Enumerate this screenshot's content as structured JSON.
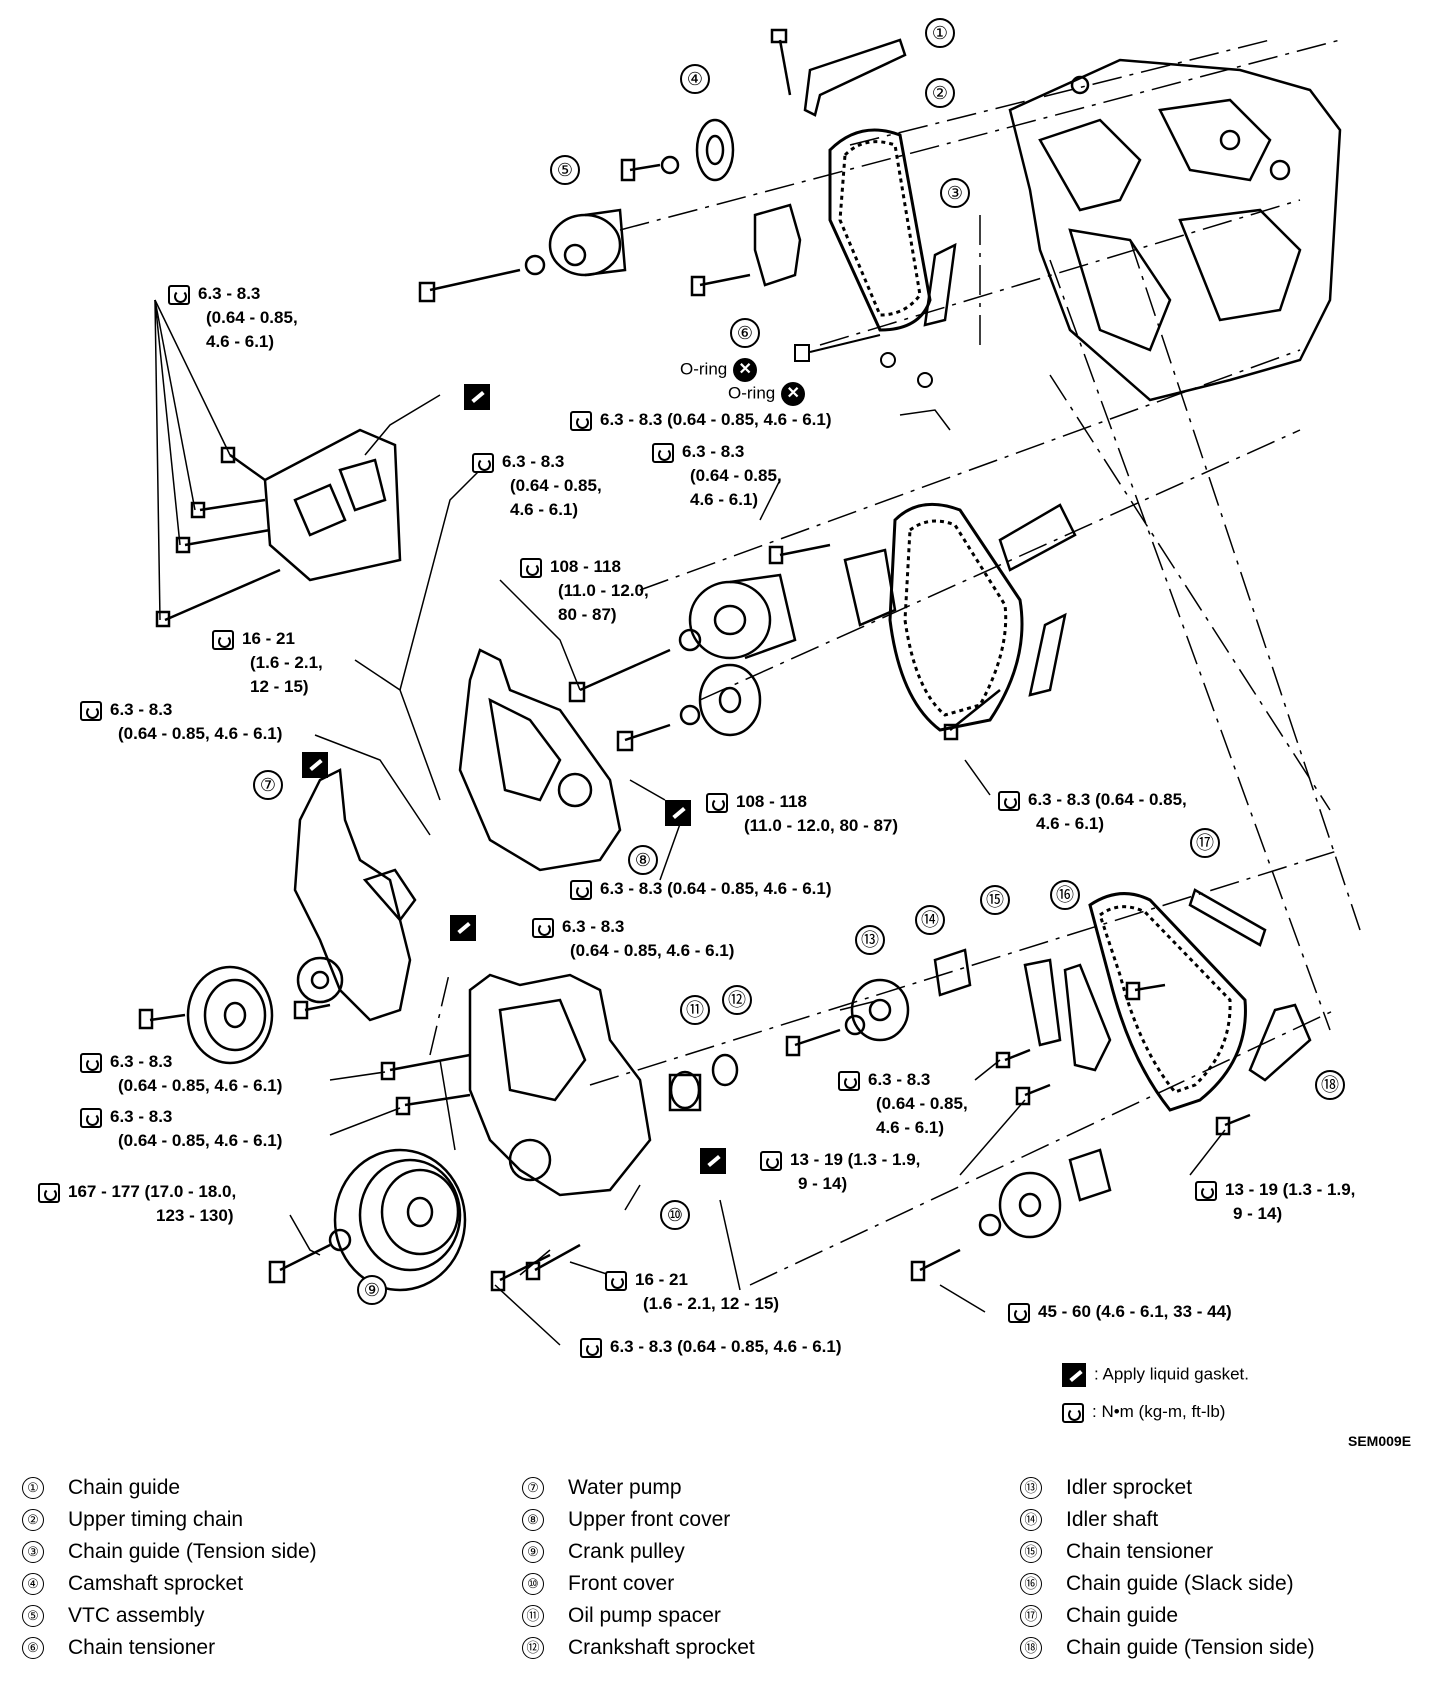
{
  "callouts": {
    "t_a": [
      "6.3 - 8.3",
      "(0.64 - 0.85,",
      "4.6 - 6.1)"
    ],
    "t_b": [
      "6.3 - 8.3 (0.64 - 0.85, 4.6 - 6.1)"
    ],
    "t_c": [
      "6.3 - 8.3",
      "(0.64 - 0.85,",
      "4.6 - 6.1)"
    ],
    "t_d": [
      "6.3 - 8.3",
      "(0.64 - 0.85,",
      "4.6 - 6.1)"
    ],
    "t_e": [
      "108 - 118",
      "(11.0 - 12.0,",
      "80 - 87)"
    ],
    "t_f": [
      "16 - 21",
      "(1.6 - 2.1,",
      "12 - 15)"
    ],
    "t_g": [
      "6.3 - 8.3",
      "(0.64 - 0.85, 4.6 - 6.1)"
    ],
    "t_h": [
      "108 - 118",
      "(11.0 - 12.0, 80 - 87)"
    ],
    "t_i": [
      "6.3 - 8.3 (0.64 - 0.85,",
      "4.6 - 6.1)"
    ],
    "t_j": [
      "6.3 - 8.3 (0.64 - 0.85, 4.6 - 6.1)"
    ],
    "t_k": [
      "6.3 - 8.3",
      "(0.64 - 0.85, 4.6 - 6.1)"
    ],
    "t_l": [
      "6.3 - 8.3",
      "(0.64 - 0.85, 4.6 - 6.1)"
    ],
    "t_m": [
      "6.3 - 8.3",
      "(0.64 - 0.85, 4.6 - 6.1)"
    ],
    "t_n": [
      "167 - 177 (17.0 - 18.0,",
      "123 - 130)"
    ],
    "t_o": [
      "6.3 - 8.3",
      "(0.64 - 0.85,",
      "4.6 - 6.1)"
    ],
    "t_p": [
      "13 - 19 (1.3 - 1.9,",
      "9 - 14)"
    ],
    "t_q": [
      "13 - 19 (1.3 - 1.9,",
      "9 - 14)"
    ],
    "t_r": [
      "16 - 21",
      "(1.6 - 2.1, 12 - 15)"
    ],
    "t_s": [
      "45 - 60 (4.6 - 6.1, 33 - 44)"
    ],
    "t_t": [
      "6.3 - 8.3 (0.64 - 0.85, 4.6 - 6.1)"
    ]
  },
  "oring_label": "O-ring",
  "oring_mark": "✕",
  "numbers": [
    "①",
    "②",
    "③",
    "④",
    "⑤",
    "⑥",
    "⑦",
    "⑧",
    "⑨",
    "⑩",
    "⑪",
    "⑫",
    "⑬",
    "⑭",
    "⑮",
    "⑯",
    "⑰",
    "⑱"
  ],
  "key": {
    "gasket": ": Apply liquid gasket.",
    "torque": ": N•m (kg-m, ft-lb)"
  },
  "code": "SEM009E",
  "legend": {
    "col1": [
      {
        "n": "①",
        "t": "Chain guide"
      },
      {
        "n": "②",
        "t": "Upper timing chain"
      },
      {
        "n": "③",
        "t": "Chain guide (Tension side)"
      },
      {
        "n": "④",
        "t": "Camshaft sprocket"
      },
      {
        "n": "⑤",
        "t": "VTC assembly"
      },
      {
        "n": "⑥",
        "t": "Chain tensioner"
      }
    ],
    "col2": [
      {
        "n": "⑦",
        "t": "Water pump"
      },
      {
        "n": "⑧",
        "t": "Upper front cover"
      },
      {
        "n": "⑨",
        "t": "Crank pulley"
      },
      {
        "n": "⑩",
        "t": "Front cover"
      },
      {
        "n": "⑪",
        "t": "Oil pump spacer"
      },
      {
        "n": "⑫",
        "t": "Crankshaft sprocket"
      }
    ],
    "col3": [
      {
        "n": "⑬",
        "t": "Idler sprocket"
      },
      {
        "n": "⑭",
        "t": "Idler shaft"
      },
      {
        "n": "⑮",
        "t": "Chain tensioner"
      },
      {
        "n": "⑯",
        "t": "Chain guide (Slack side)"
      },
      {
        "n": "⑰",
        "t": "Chain guide"
      },
      {
        "n": "⑱",
        "t": "Chain guide (Tension side)"
      }
    ]
  }
}
